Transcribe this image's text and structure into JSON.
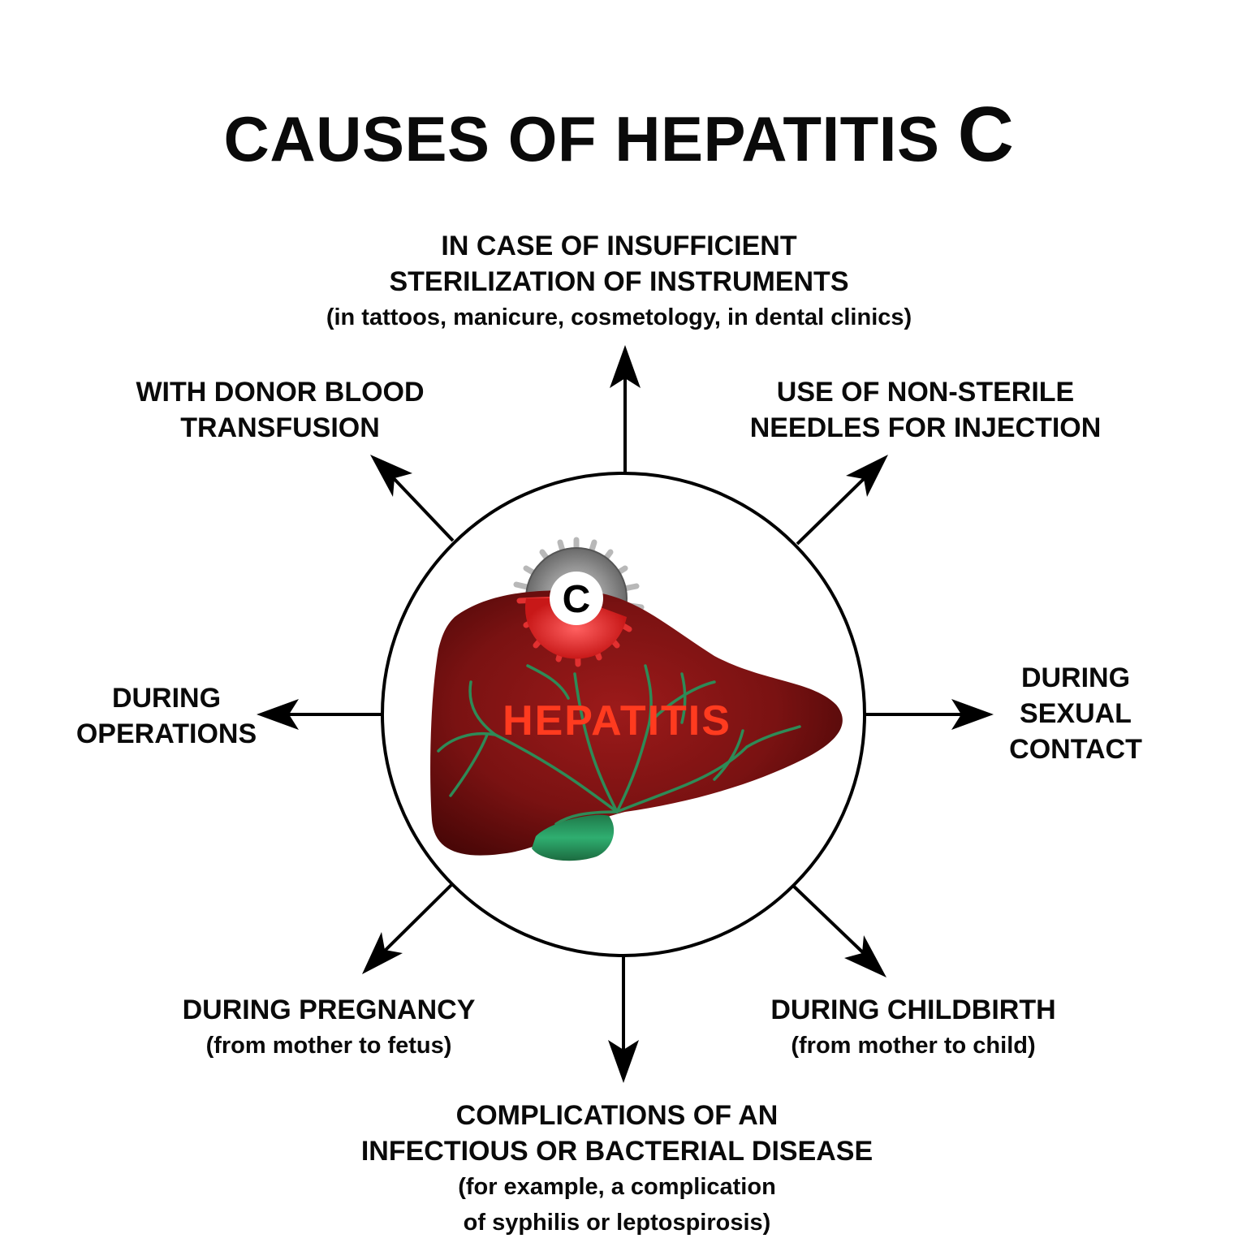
{
  "title": {
    "prefix": "CAUSES OF HEPATITIS",
    "suffix": "C"
  },
  "center": {
    "organ": "liver",
    "organ_label": "HEPATITIS",
    "virus_letter": "C",
    "colors": {
      "liver": "#7a1212",
      "liver_dark": "#4a0707",
      "ducts": "#2e8b57",
      "gallbladder": "#2a9c64",
      "virus_red": "#e23030",
      "virus_gray": "#9a9a9a",
      "label_fill": "#ff3b1f",
      "label_highlight": "#ffe000"
    }
  },
  "causes": [
    {
      "id": "sterilization",
      "direction": "up",
      "lines": [
        "IN CASE OF INSUFFICIENT",
        "STERILIZATION OF INSTRUMENTS"
      ],
      "sub": [
        "(in tattoos, manicure, cosmetology, in dental clinics)"
      ]
    },
    {
      "id": "needles",
      "direction": "up-right",
      "lines": [
        "USE OF NON-STERILE",
        "NEEDLES FOR INJECTION"
      ],
      "sub": []
    },
    {
      "id": "sexual",
      "direction": "right",
      "lines": [
        "DURING",
        "SEXUAL",
        "CONTACT"
      ],
      "sub": []
    },
    {
      "id": "childbirth",
      "direction": "down-right",
      "lines": [
        "DURING CHILDBIRTH"
      ],
      "sub": [
        "(from mother to child)"
      ]
    },
    {
      "id": "complications",
      "direction": "down",
      "lines": [
        "COMPLICATIONS OF AN",
        "INFECTIOUS OR BACTERIAL DISEASE"
      ],
      "sub": [
        "(for example, a complication",
        "of syphilis or leptospirosis)"
      ]
    },
    {
      "id": "pregnancy",
      "direction": "down-left",
      "lines": [
        "DURING PREGNANCY"
      ],
      "sub": [
        "(from mother to fetus)"
      ]
    },
    {
      "id": "operations",
      "direction": "left",
      "lines": [
        "DURING",
        "OPERATIONS"
      ],
      "sub": []
    },
    {
      "id": "transfusion",
      "direction": "up-left",
      "lines": [
        "WITH DONOR BLOOD",
        "TRANSFUSION"
      ],
      "sub": []
    }
  ]
}
